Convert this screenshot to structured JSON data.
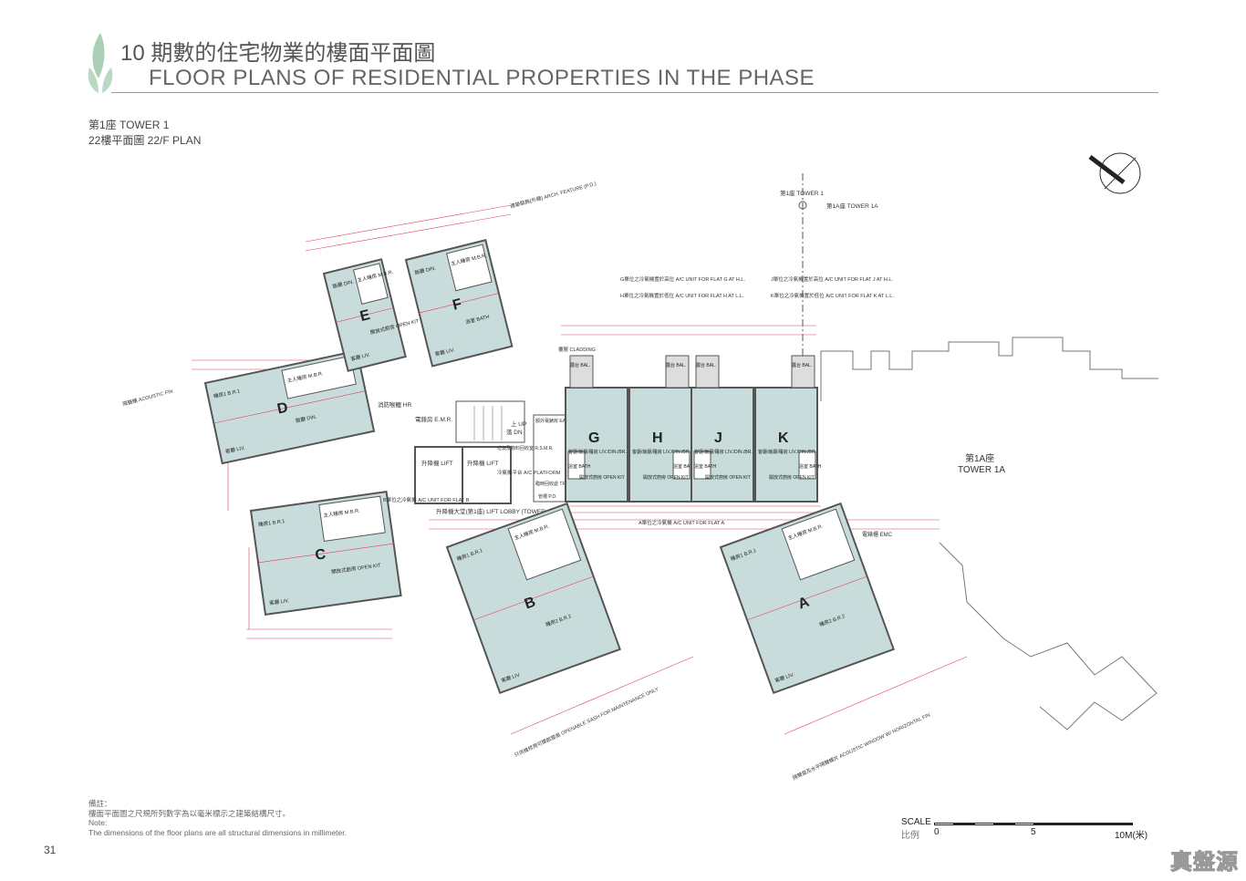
{
  "header": {
    "title_zh": "10 期數的住宅物業的樓面平面圖",
    "title_en": "FLOOR PLANS OF RESIDENTIAL PROPERTIES IN THE PHASE",
    "tower": "第1座 TOWER 1",
    "floor": "22樓平面圖 22/F PLAN"
  },
  "plan": {
    "units": [
      {
        "letter": "A",
        "room1": "客廳 LIV.",
        "room2": "主人睡房 M.B.R.",
        "room3": "睡房1 B.R.1",
        "room4": "睡房2 B.R.2"
      },
      {
        "letter": "B",
        "room1": "客廳 LIV.",
        "room2": "主人睡房 M.B.R.",
        "room3": "睡房1 B.R.1",
        "room4": "睡房2 B.R.2"
      },
      {
        "letter": "C",
        "room1": "客廳 LIV.",
        "room2": "主人睡房 M.B.R.",
        "room3": "睡房1 B.R.1",
        "room4": "開放式廚房 OPEN KIT"
      },
      {
        "letter": "D",
        "room1": "客廳 LIV.",
        "room2": "主人睡房 M.B.R.",
        "room3": "睡房1 B.R.1",
        "room4": "飯廳 DIN."
      },
      {
        "letter": "E",
        "room1": "客廳 LIV.",
        "room2": "主人睡房 M.B.R.",
        "room3": "飯廳 DIN.",
        "room4": "開放式廚房 OPEN KIT"
      },
      {
        "letter": "F",
        "room1": "客廳 LIV.",
        "room2": "主人睡房 M.B.R.",
        "room3": "飯廳 DIN.",
        "room4": "浴室 BATH"
      },
      {
        "letter": "G",
        "room1": "客廳/飯廳/睡房 LIV./DIN./BR.",
        "room2": "浴室 BATH",
        "room3": "開放式廚房 OPEN KIT",
        "room4": "露台 BAL."
      },
      {
        "letter": "H",
        "room1": "客廳/飯廳/睡房 LIV./DIN./BR.",
        "room2": "浴室 BATH",
        "room3": "開放式廚房 OPEN KIT",
        "room4": "露台 BAL."
      },
      {
        "letter": "J",
        "room1": "客廳/飯廳/睡房 LIV./DIN./BR.",
        "room2": "浴室 BATH",
        "room3": "開放式廚房 OPEN KIT",
        "room4": "露台 BAL."
      },
      {
        "letter": "K",
        "room1": "客廳/飯廳/睡房 LIV./DIN./BR.",
        "room2": "浴室 BATH",
        "room3": "開放式廚房 OPEN KIT",
        "room4": "露台 BAL."
      }
    ],
    "core": {
      "lift1": "升降機 LIFT",
      "lift2": "升降機 LIFT",
      "lobby": "升降機大堂(第1座) LIFT LOBBY (TOWER 1)",
      "emr": "電錶房 E.M.R.",
      "hr": "消防喉轆 HR",
      "up": "上 UP",
      "dn": "落 DN",
      "ead": "額外電錶房 EAD",
      "rsmr": "垃圾及物料回收室 R.S.M.R.",
      "trs": "臨時回收處 TRS",
      "pd": "管槽 P.D.",
      "ac_platform": "冷氣機平台 A/C PLATFORM",
      "emc": "電錶櫃 EMC"
    },
    "annotations": [
      "G單位之冷氣機置於高位 A/C UNIT FOR FLAT G AT H.L.",
      "H單位之冷氣機置於低位 A/C UNIT FOR FLAT H AT L.L.",
      "J單位之冷氣機置於高位 A/C UNIT FOR FLAT J AT H.L.",
      "K單位之冷氣機置於低位 A/C UNIT FOR FLAT K AT L.L.",
      "A單位之冷氣機 A/C UNIT FOR FLAT A",
      "B單位之冷氣機 A/C UNIT FOR FLAT B",
      "覆層 CLADDING",
      "建築裝飾(外牆) ARCH. FEATURE (P.D.)",
      "隔聲鰭 ACOUSTIC FIN",
      "只供維修用可開啟窗扇 OPENABLE SASH FOR MAINTENANCE ONLY",
      "隔聲窗及水平隔聲鰭片 ACOUSTIC WINDOW W/ HORIZONTAL FIN"
    ],
    "tower_markers": {
      "t1": "第1座 TOWER 1",
      "t1a": "第1A座 TOWER 1A"
    },
    "tower1a_label_zh": "第1A座",
    "tower1a_label_en": "TOWER 1A"
  },
  "notes": {
    "heading_zh": "備註：",
    "text_zh": "樓面平面圖之尺規所列數字為以毫米標示之建築結構尺寸。",
    "heading_en": "Note:",
    "text_en": "The dimensions of the floor plans are all structural dimensions in millimeter."
  },
  "scale": {
    "label_en": "SCALE",
    "label_zh": "比例",
    "tick0": "0",
    "tick5": "5",
    "tick10": "10M(米)"
  },
  "page_number": "31",
  "watermark": "真盤源",
  "colors": {
    "dim_red": "#e0405a",
    "unit_fill": "#c9dcdc",
    "leaf": "#9cc4aa",
    "wall": "#555555"
  }
}
